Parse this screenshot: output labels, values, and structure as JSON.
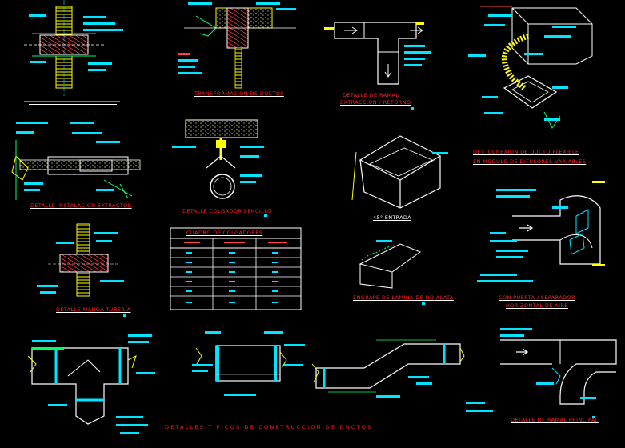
{
  "labels": {
    "transformacion": "TRANSFORMACION DE DUCTOS",
    "ramal_1": "DETALLE DE RAMAL",
    "ramal_2": "EXTRACCION / RETORNO",
    "conexion_1": "DET. CONEXION DE DUCTO FLEXIBLE",
    "conexion_2": "EN MODULO DE DIFUSORES VARIABLES",
    "extractor": "DETALLE INSTALACION EXTRACTOR",
    "colgador": "DETALLE COLGADOR SENCILLO",
    "entrada": "45° ENTRADA",
    "manga": "DETALLE MANGA TUBERIA",
    "engrape": "ENGRAPE DE LAMINA DE HOJALATA",
    "compuerta_1": "CON PUERTA / SEPARADOR",
    "compuerta_2": "HORIZONTAL DE AIRE",
    "ramal_principal": "DETALLE DE RAMAL PRINCIPAL",
    "footer": "DETALLES TIPICOS DE CONSTRUCCION DE DUCTOS"
  },
  "table": {
    "title": "CUADRO DE COLGADORES"
  },
  "colors": {
    "background": "#000000",
    "annotation": "#00e5ff",
    "title_text": "#ff2020",
    "duct_lines": "#ffffff",
    "concrete": "#ffff00",
    "hatch": "#00ff66"
  }
}
